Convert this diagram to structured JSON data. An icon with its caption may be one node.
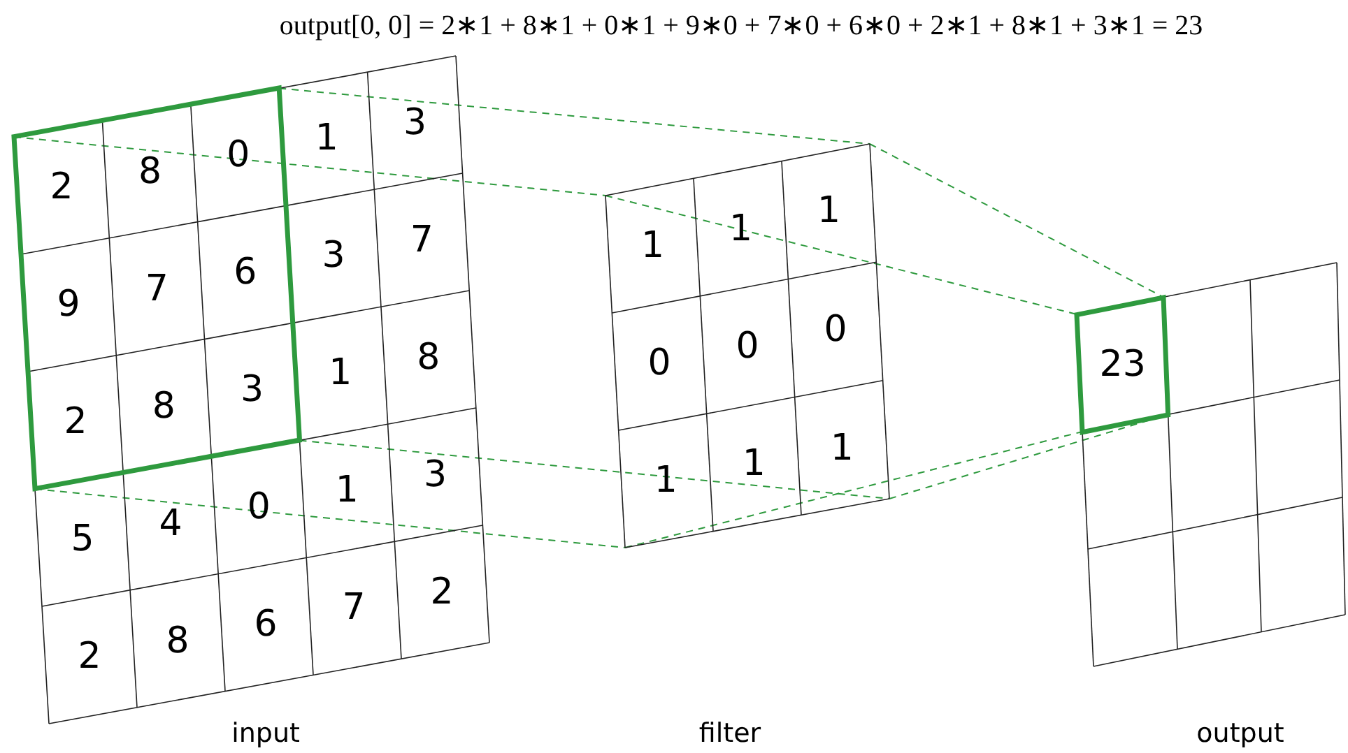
{
  "diagram": {
    "title": "output[0, 0] = 2∗1 + 8∗1 + 0∗1 + 9∗0 + 7∗0 + 6∗0 + 2∗1 + 8∗1 + 3∗1 = 23",
    "nodes": [
      {
        "text": [],
        "shape": "box"
      },
      {
        "text": [
          "1",
          "1",
          "1",
          "0",
          "0",
          "0",
          "1",
          "1",
          "1"
        ]
      },
      {
        "text": [
          "23"
        ]
      }
    ],
    "edges": [
      {
        "from": 0,
        "to": 1,
        "arrow": "none",
        "style": "dashed"
      },
      {
        "from": 0,
        "to": 1,
        "arrow": "none",
        "style": "dashed"
      },
      {
        "from": 0,
        "to": 1,
        "arrow": "none",
        "style": "dashed"
      },
      {
        "from": 0,
        "to": 1,
        "arrow": "none",
        "style": "dashed"
      },
      {
        "from": 1,
        "to": 2,
        "arrow": "none",
        "style": "dashed"
      },
      {
        "from": 1,
        "to": 2,
        "arrow": "none",
        "style": "dashed"
      },
      {
        "from": 1,
        "to": 2,
        "arrow": "none",
        "style": "dashed"
      },
      {
        "from": 1,
        "to": 2,
        "arrow": "none",
        "style": "dashed"
      }
    ],
    "labels": [
      "2",
      "8",
      "0",
      "1",
      "3",
      "9",
      "7",
      "6",
      "3",
      "7",
      "2",
      "8",
      "3",
      "1",
      "8",
      "5",
      "4",
      "0",
      "1",
      "3",
      "2",
      "8",
      "6",
      "7",
      "2",
      "input",
      "filter",
      "output"
    ]
  }
}
